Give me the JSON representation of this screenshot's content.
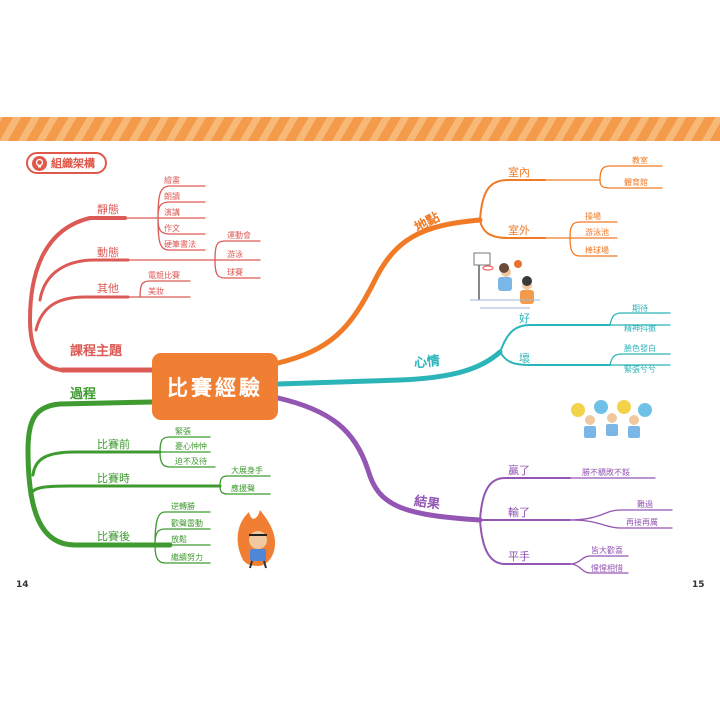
{
  "badge": {
    "label": "組織架構",
    "icon": "lightbulb-icon",
    "color": "#e0584a"
  },
  "center": {
    "label": "比賽經驗",
    "color": "#f07f33"
  },
  "colors": {
    "course": "#dc5a55",
    "location": "#f07a25",
    "mood": "#2cb5b8",
    "result": "#9456b3",
    "process": "#3f9a30"
  },
  "branches": {
    "course": {
      "label": "課程主題",
      "static": {
        "label": "靜態",
        "items": [
          "繪畫",
          "朗讀",
          "演講",
          "作文",
          "硬筆書法"
        ]
      },
      "dynamic": {
        "label": "動態",
        "items": [
          "運動會",
          "游泳",
          "球賽"
        ]
      },
      "other": {
        "label": "其他",
        "items": [
          "電競比賽",
          "美妝"
        ]
      }
    },
    "location": {
      "label": "地點",
      "indoor": {
        "label": "室內",
        "items": [
          "教室",
          "體育館"
        ]
      },
      "outdoor": {
        "label": "室外",
        "items": [
          "操場",
          "游泳池",
          "棒球場"
        ]
      }
    },
    "mood": {
      "label": "心情",
      "good": {
        "label": "好",
        "items": [
          "期待",
          "精神抖擻"
        ]
      },
      "bad": {
        "label": "壞",
        "items": [
          "臉色發白",
          "緊張兮兮"
        ]
      }
    },
    "result": {
      "label": "結果",
      "win": {
        "label": "贏了",
        "items": [
          "勝不驕敗不餒"
        ]
      },
      "lose": {
        "label": "輸了",
        "items": [
          "難過",
          "再接再厲"
        ]
      },
      "tie": {
        "label": "平手",
        "items": [
          "皆大歡喜",
          "惺惺相惜"
        ]
      }
    },
    "process": {
      "label": "過程",
      "before": {
        "label": "比賽前",
        "items": [
          "緊張",
          "憂心忡忡",
          "迫不及待"
        ]
      },
      "during": {
        "label": "比賽時",
        "items": [
          "大展身手",
          "應援聲"
        ]
      },
      "after": {
        "label": "比賽後",
        "items": [
          "逆轉勝",
          "歡聲雷動",
          "放鬆",
          "繼續努力"
        ]
      }
    }
  },
  "page_numbers": {
    "left": "14",
    "right": "15"
  }
}
